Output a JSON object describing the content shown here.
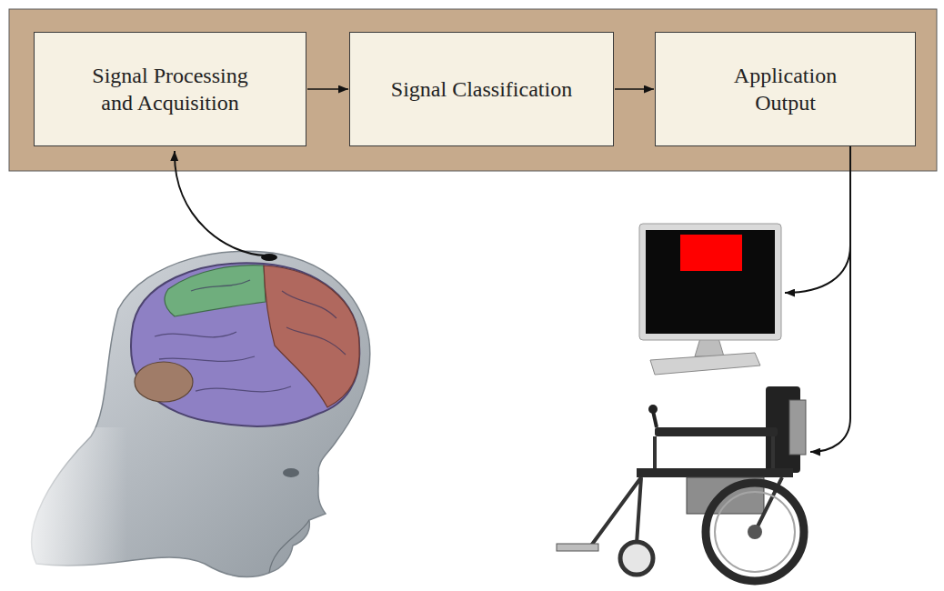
{
  "diagram": {
    "nodes": [
      {
        "text": [
          "Signal Processing and Acquisition"
        ]
      },
      {
        "text": [
          "Signal Classification"
        ]
      },
      {
        "text": [
          "Application Output"
        ]
      }
    ],
    "edges": [
      {
        "from": 0,
        "to": 1,
        "arrow": "to"
      },
      {
        "from": 1,
        "to": 2,
        "arrow": "to"
      }
    ]
  }
}
